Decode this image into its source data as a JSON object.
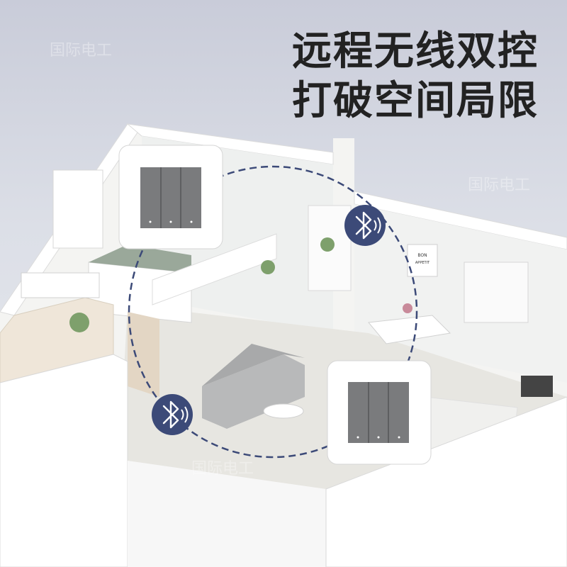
{
  "headline": {
    "line1": "远程无线双控",
    "line2": "打破空间局限"
  },
  "poster_text": {
    "line1": "BON",
    "line2": "APPETIT"
  },
  "watermark": "国际电工",
  "icons": {
    "bluetooth": "bluetooth-icon"
  },
  "colors": {
    "accent": "#3c4a78",
    "switch_panel": "#7a7b7d",
    "dashed_link": "#3c4a78"
  }
}
